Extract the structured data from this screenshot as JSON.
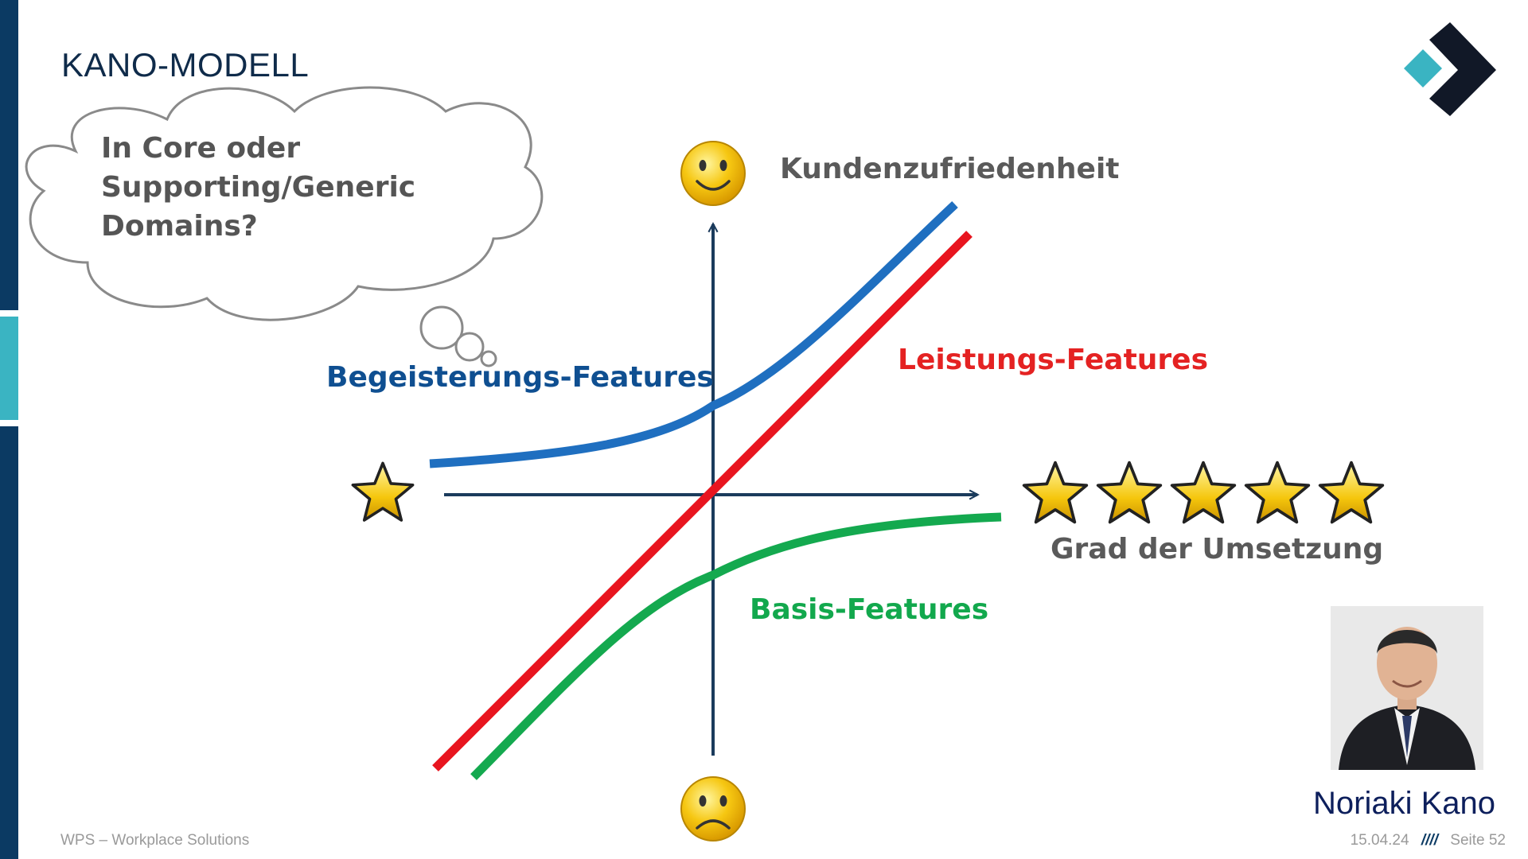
{
  "slide": {
    "title": "KANO-MODELL",
    "thought": [
      "In Core oder",
      "Supporting/Generic",
      "Domains?"
    ],
    "axis_y_label": "Kundenzufriedenheit",
    "axis_x_label": "Grad der Umsetzung",
    "curves": {
      "begeisterung": "Begeisterungs-Features",
      "leistung": "Leistungs-Features",
      "basis": "Basis-Features"
    },
    "portrait_name": "Noriaki Kano"
  },
  "colors": {
    "navy": "#0b3a63",
    "teal": "#3ab4c2",
    "blue_curve": "#1f6fc0",
    "red_curve": "#e8151f",
    "green_curve": "#14a94f",
    "axis": "#1b3b5c"
  },
  "icons": {
    "top_face": "smiley-happy-icon",
    "bottom_face": "smiley-sad-icon",
    "star_low": "star-icon",
    "stars_high": 5,
    "logo": "chevron-logo-icon"
  },
  "footer": {
    "company": "WPS – Workplace Solutions",
    "date": "15.04.24",
    "separator": "////",
    "page": "Seite 52"
  }
}
